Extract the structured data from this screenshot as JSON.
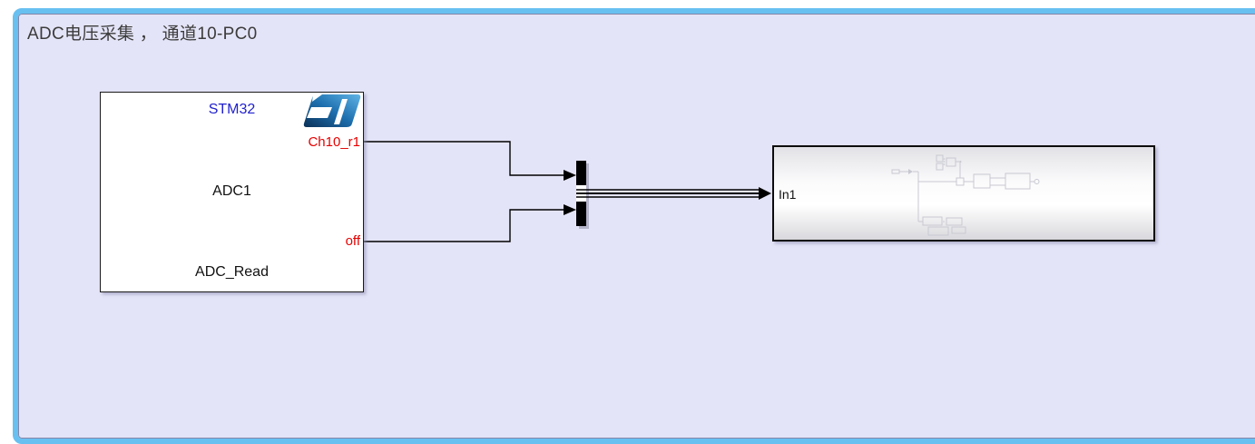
{
  "annotation": {
    "title": "ADC电压采集 ， 通道10-PC0"
  },
  "adc_block": {
    "vendor_label": "STM32",
    "logo_icon": "st-microelectronics-logo",
    "center_label": "ADC1",
    "name_label": "ADC_Read",
    "output_ports": [
      {
        "label": "Ch10_r1"
      },
      {
        "label": "off"
      }
    ]
  },
  "mux_block": {
    "icon": "mux-bar",
    "inputs": "2",
    "outputs": "1"
  },
  "subsystem_block": {
    "input_port_label": "In1"
  },
  "colors": {
    "annotation_border": "#68C0F1",
    "annotation_fill": "#E4E4F8",
    "port_label_red": "#E60000",
    "vendor_label_blue": "#2121CE",
    "title_text": "#3C3C3C",
    "wire_black": "#000000"
  }
}
